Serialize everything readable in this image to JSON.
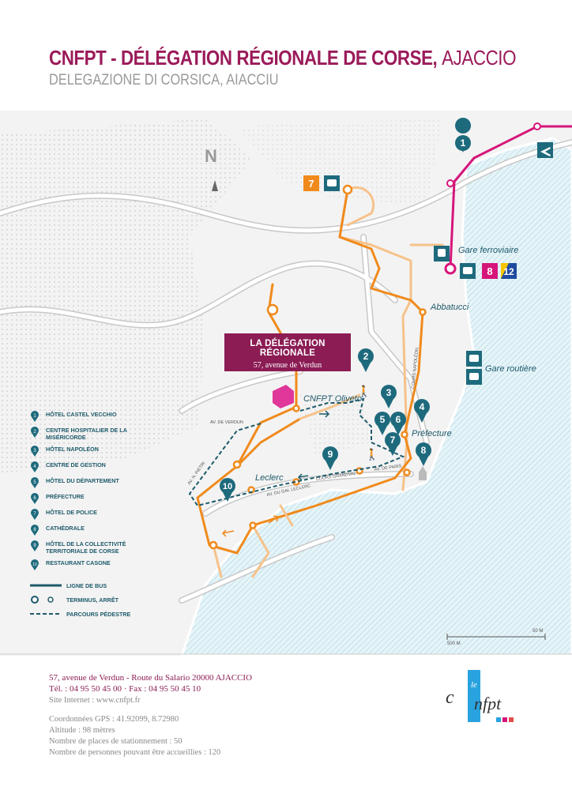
{
  "header": {
    "title": "CNFPT - DÉLÉGATION RÉGIONALE DE CORSE,",
    "city": "AJACCIO",
    "subtitle": "DELEGAZIONE DI CORSICA, AIACCIU"
  },
  "map": {
    "north_label": "N",
    "callout_title": "LA DÉLÉGATION RÉGIONALE",
    "callout_address": "57, avenue de Verdun",
    "places": {
      "gare_ferroviaire": "Gare ferroviaire",
      "gare_routiere": "Gare routière",
      "abbatucci": "Abbatucci",
      "prefecture": "Préfecture",
      "cnfpt_oliveto": "CNFPT Oliveto",
      "leclerc": "Leclerc",
      "cours_napoleon": "COURS NAPOLÉON",
      "cours_grandval": "COURS GRANDVAL",
      "av_de_paris": "AV. DE PARIS",
      "av_du_gal_leclerc": "AV. DU GAL LECLERC",
      "av_de_verdun": "AV. DE VERDUN",
      "av_n_pietri": "AV. N. PIETRI"
    },
    "bus_lines": [
      "7",
      "8",
      "12"
    ],
    "scale_label_m": "50 M",
    "scale_label_km": "500 M"
  },
  "legend": {
    "items": [
      {
        "num": "1",
        "label": "HÔTEL CASTEL VECCHIO"
      },
      {
        "num": "2",
        "label": "CENTRE HOSPITALIER DE LA MISÉRICORDE"
      },
      {
        "num": "3",
        "label": "HÔTEL NAPOLÉON"
      },
      {
        "num": "4",
        "label": "CENTRE DE GESTION"
      },
      {
        "num": "5",
        "label": "HÔTEL DU DÉPARTEMENT"
      },
      {
        "num": "6",
        "label": "PRÉFECTURE"
      },
      {
        "num": "7",
        "label": "HÔTEL DE POLICE"
      },
      {
        "num": "8",
        "label": "CATHÉDRALE"
      },
      {
        "num": "9",
        "label": "HÔTEL DE LA COLLECTIVITÉ TERRITORIALE DE CORSE"
      },
      {
        "num": "10",
        "label": "RESTAURANT CASONE"
      }
    ],
    "bus_line": "LIGNE DE BUS",
    "terminus": "TERMINUS, ARRÊT",
    "walk": "PARCOURS PÉDESTRE"
  },
  "footer": {
    "address": "57, avenue de Verdun - Route du Salario 20000 AJACCIO",
    "phone": "Tél. : 04 95 50 45 00 · Fax : 04 95 50 45 10",
    "website": "Site Internet : www.cnfpt.fr",
    "gps": "Coordonnées GPS : 41.92099, 8.72980",
    "altitude": "Altitude : 98 mètres",
    "parking": "Nombre de places de stationnement : 50",
    "capacity": "Nombre de personnes pouvant être accueillies : 120"
  },
  "logo_text": "le cnfpt",
  "colors": {
    "brand": "#9b1b5a",
    "teal": "#1e5a6b",
    "orange": "#f08a1c",
    "orange_light": "#f6c28a",
    "magenta": "#d6157a",
    "sea": "#cfe9f2"
  }
}
